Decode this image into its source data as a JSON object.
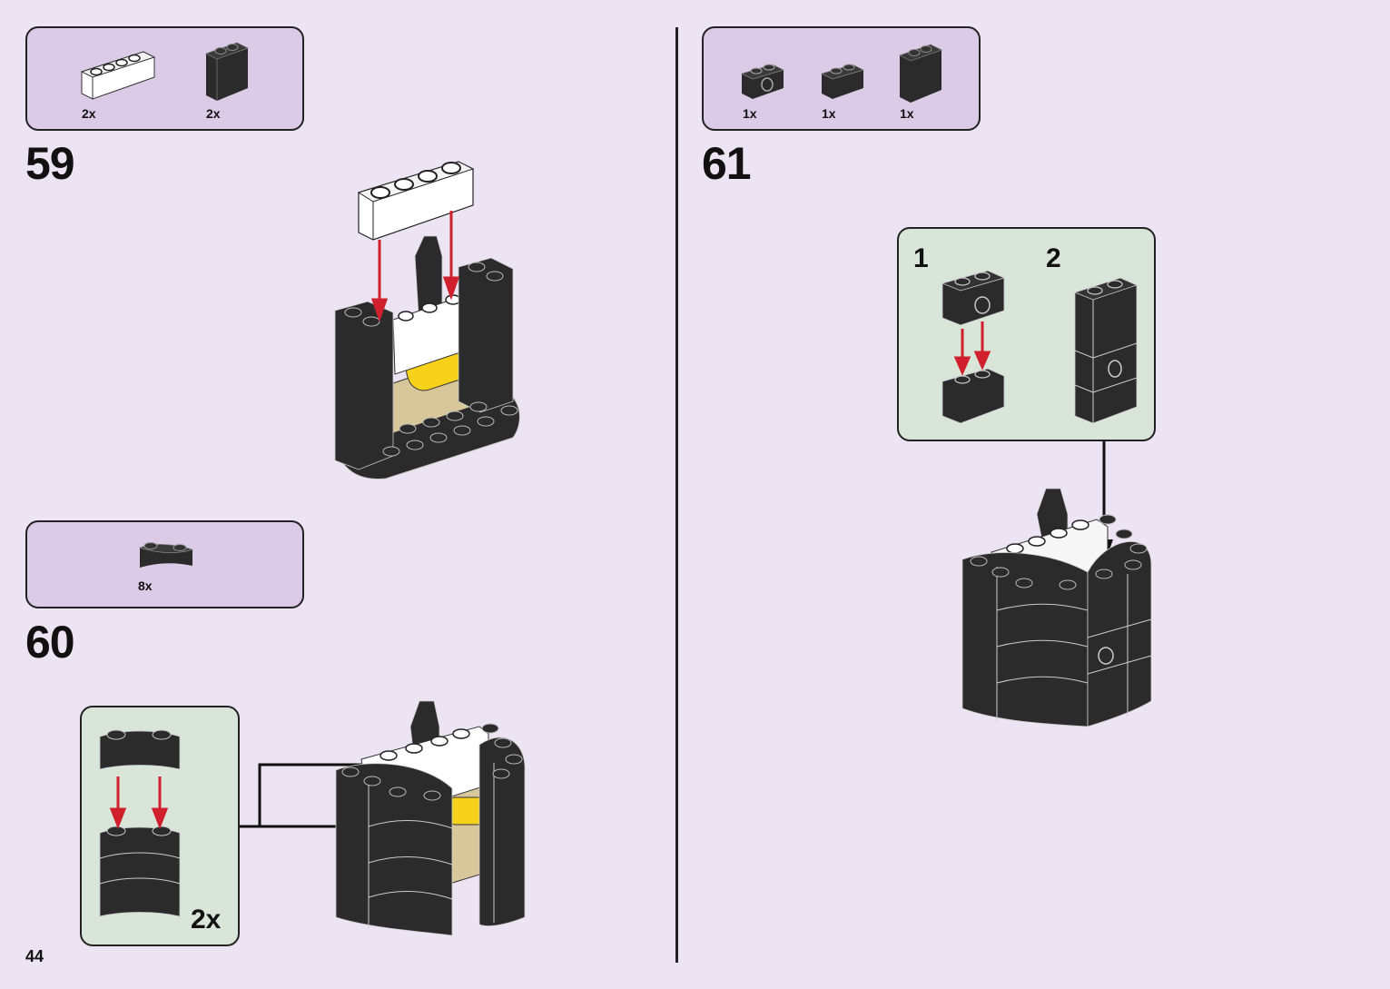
{
  "page": {
    "number": "44"
  },
  "colors": {
    "background": "#ece3f3",
    "parts_box": "#dccbe6",
    "sub_box": "#d9e5d8",
    "brick_black": "#2b2b2b",
    "arrow_red": "#d0202e",
    "highlight_yellow": "#f7d21b",
    "tan": "#d9c79c"
  },
  "steps": [
    {
      "number": "59",
      "parts": [
        {
          "icon": "white-brick-1x4-icon",
          "quantity": "2x"
        },
        {
          "icon": "black-brick-1x2x2-icon",
          "quantity": "2x"
        }
      ]
    },
    {
      "number": "60",
      "parts": [
        {
          "icon": "black-round-corner-brick-icon",
          "quantity": "8x"
        }
      ],
      "sub_assembly": {
        "multiplier": "2x"
      }
    },
    {
      "number": "61",
      "parts": [
        {
          "icon": "black-technic-brick-1x2-icon",
          "quantity": "1x"
        },
        {
          "icon": "black-brick-1x2-icon",
          "quantity": "1x"
        },
        {
          "icon": "black-brick-1x2x2-icon",
          "quantity": "1x"
        }
      ],
      "sub_assembly": {
        "sub_steps": [
          "1",
          "2"
        ]
      }
    }
  ]
}
